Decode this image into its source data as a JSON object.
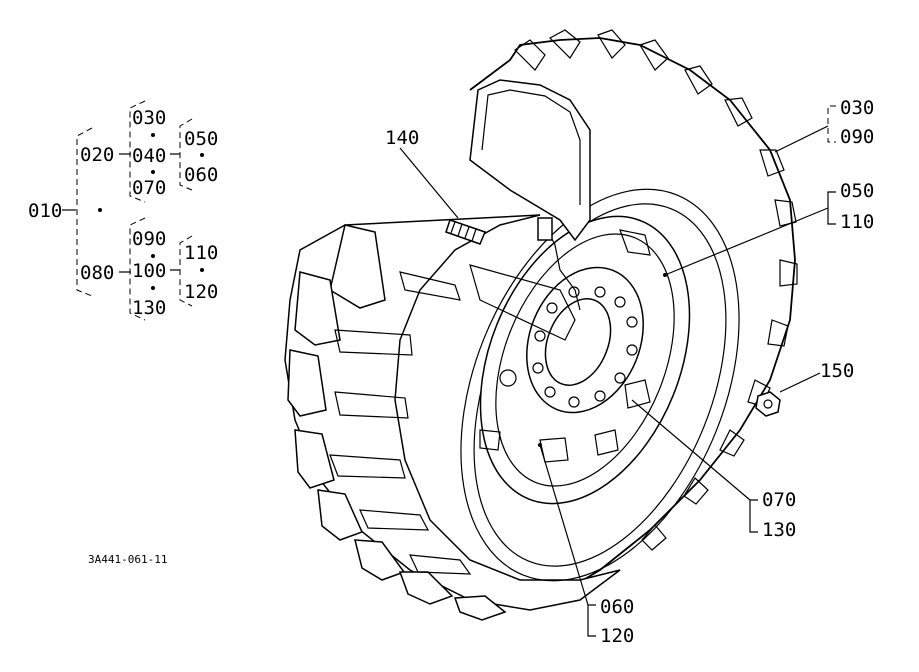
{
  "drawing_code": "3A441-061-11",
  "tree": {
    "root": "010",
    "group_a": {
      "parent": "020",
      "col1": [
        "030",
        "040",
        "070"
      ],
      "col2": [
        "050",
        "060"
      ]
    },
    "group_b": {
      "parent": "080",
      "col1": [
        "090",
        "100",
        "130"
      ],
      "col2": [
        "110",
        "120"
      ]
    }
  },
  "callouts": {
    "bolt": "140",
    "nut": "150",
    "tire_top": "030",
    "tire_bottom": "090",
    "rim_top": "050",
    "rim_bottom": "110",
    "disc_top": "070",
    "disc_bottom": "130",
    "center_top": "060",
    "center_bottom": "120"
  }
}
